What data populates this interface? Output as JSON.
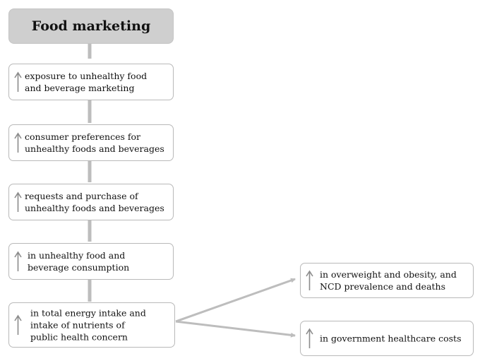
{
  "title": "Food marketing",
  "steps": [
    "exposure to unhealthy food\nand beverage marketing",
    "consumer preferences for\nunhealthy foods and beverages",
    "requests and purchase of\nunhealthy foods and beverages",
    "in unhealthy food and\nbeverage consumption",
    "in total energy intake and\nintake of nutrients of\npublic health concern"
  ],
  "outcomes": [
    "in overweight and obesity, and\nNCD prevalence and deaths",
    "in government healthcare costs"
  ],
  "arrow_glyph": "up-arrow-icon",
  "colors": {
    "connector": "#bdbdbd",
    "title_fill": "#cfcfcf",
    "box_border": "#b9b9b9",
    "icon": "#8c8c8c"
  }
}
